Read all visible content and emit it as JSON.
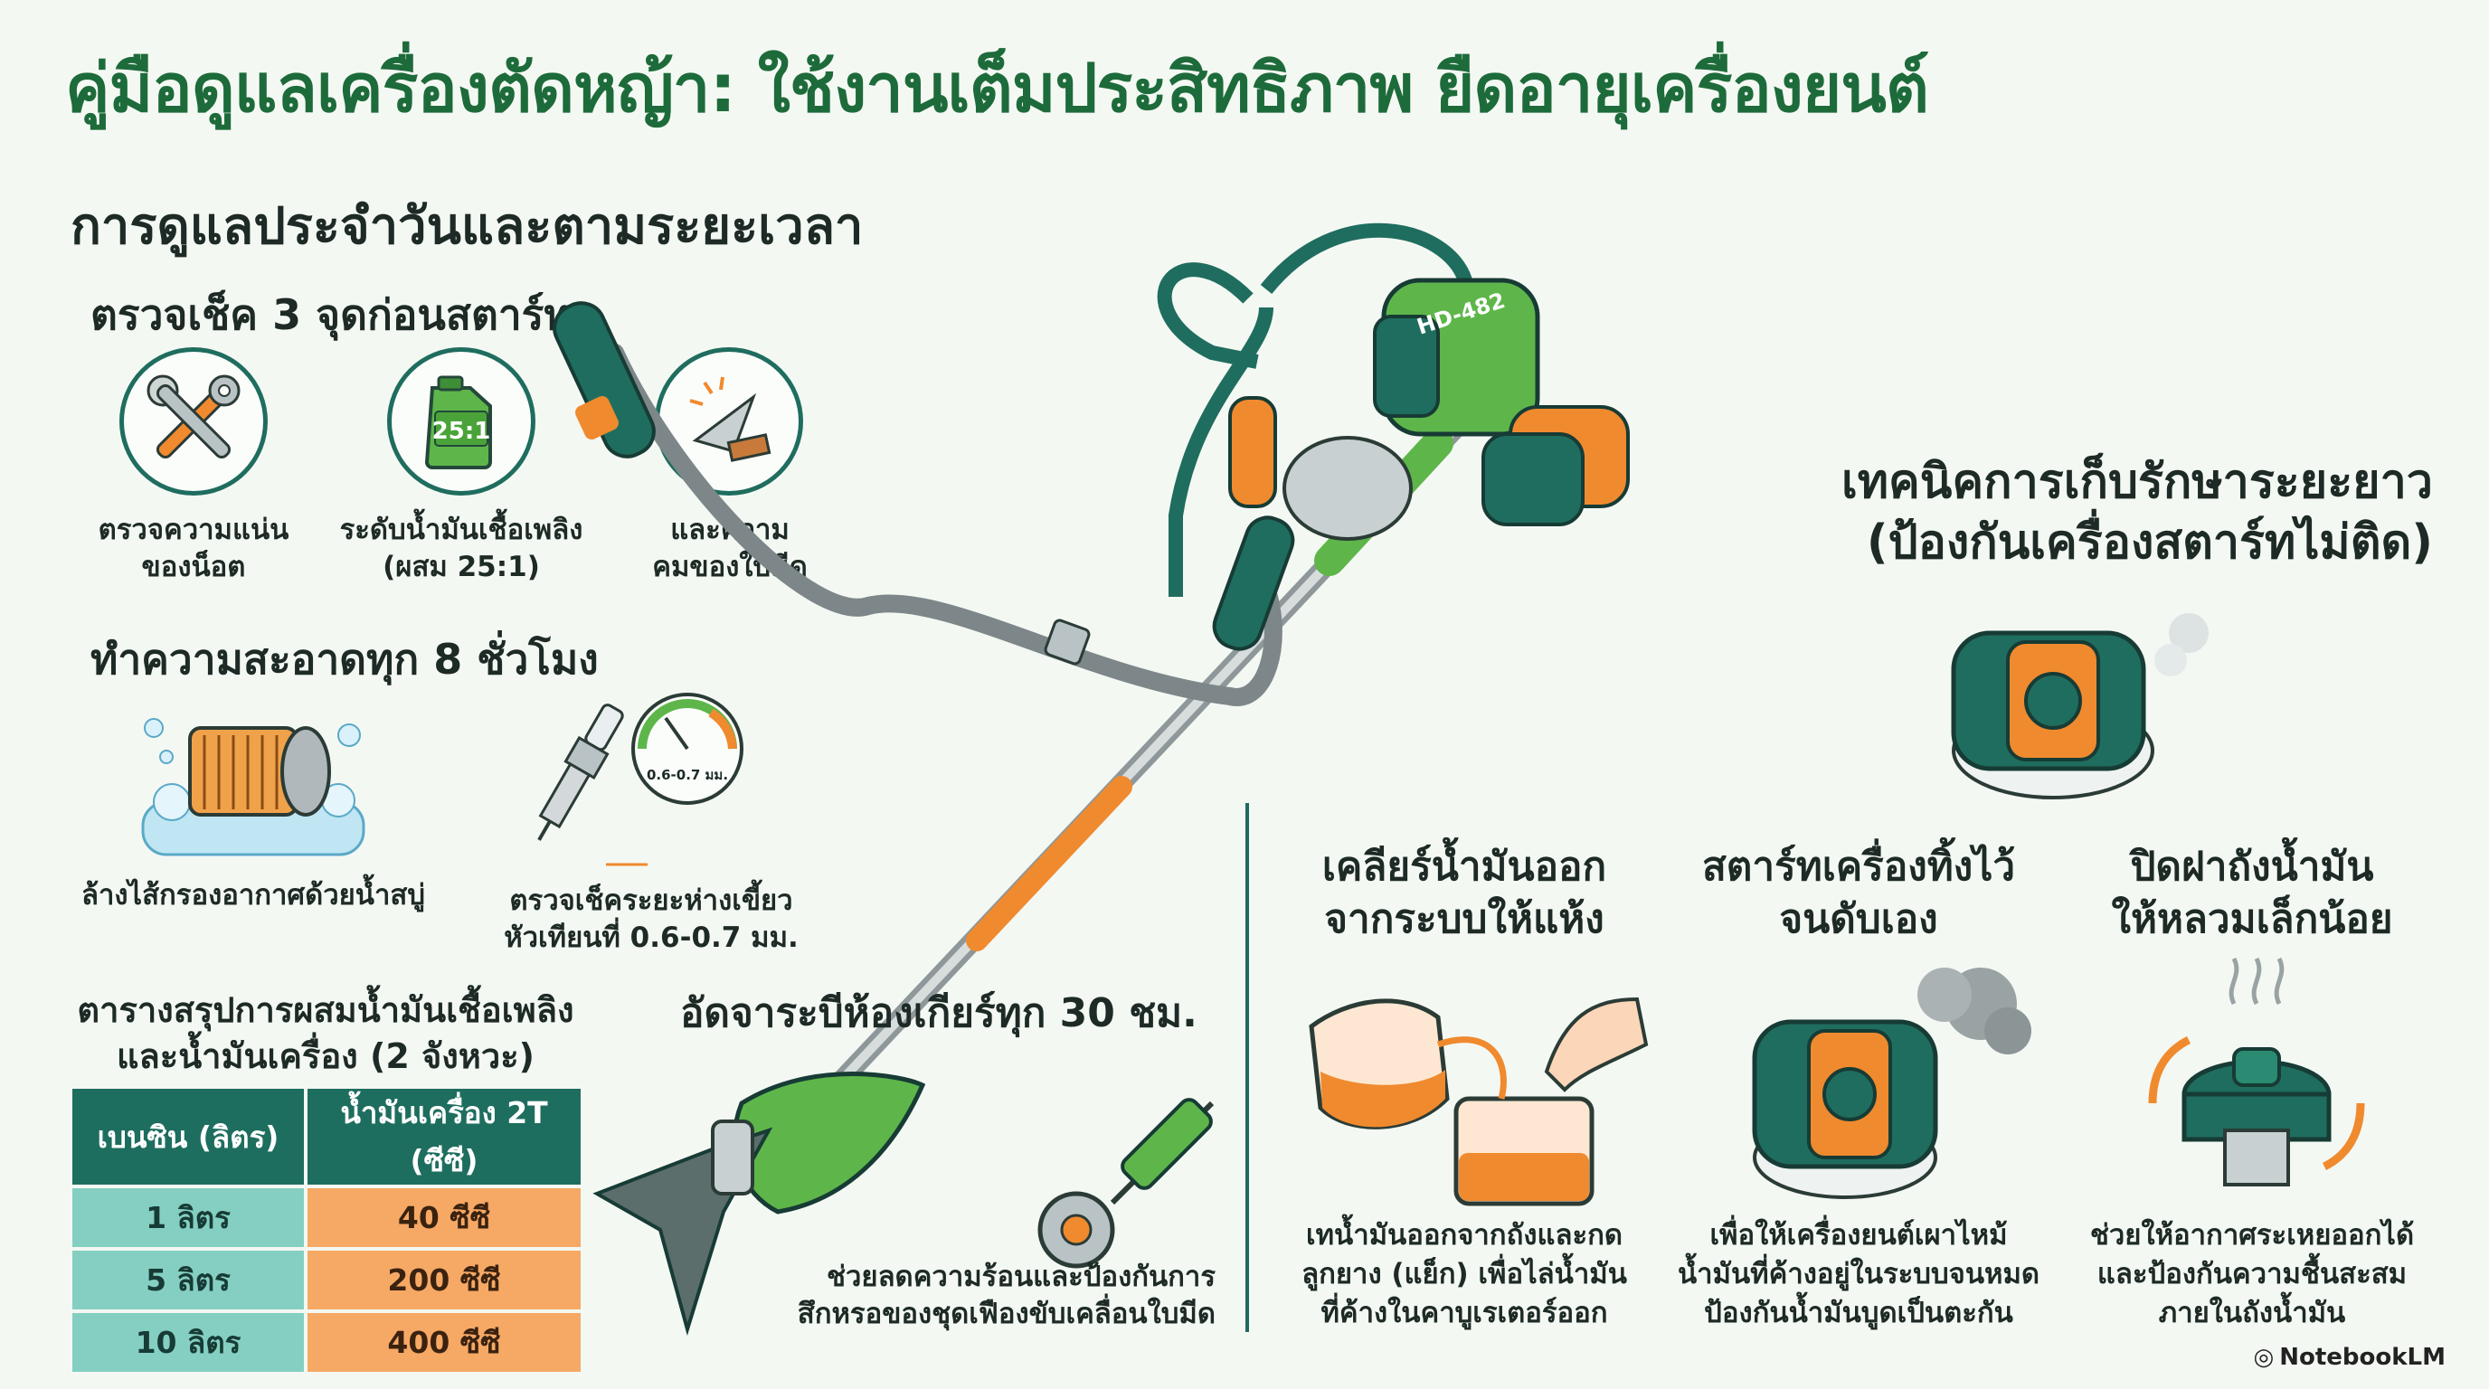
{
  "title": "คู่มือดูแลเครื่องตัดหญ้า: ใช้งานเต็มประสิทธิภาพ ยืดอายุเครื่องยนต์",
  "sections": {
    "main": "การดูแลประจำวันและตามระยะเวลา",
    "precheck": {
      "heading": "ตรวจเช็ค 3 จุดก่อนสตาร์ท",
      "items": [
        {
          "caption": "ตรวจความแน่น\nของน็อต",
          "icon": "wrench-icon"
        },
        {
          "caption": "ระดับน้ำมันเชื้อเพลิง\n(ผสม 25:1)",
          "icon": "fuel-can-icon",
          "label": "25:1"
        },
        {
          "caption": "และความ\nคมของใบมีด",
          "icon": "blade-sharpen-icon"
        }
      ]
    },
    "clean": {
      "heading": "ทำความสะอาดทุก 8 ชั่วโมง",
      "items": [
        {
          "caption": "ล้างไส้กรองอากาศด้วยน้ำสบู่",
          "icon": "air-filter-icon"
        },
        {
          "caption": "ตรวจเช็คระยะห่างเขี้ยว\nหัวเทียนที่ 0.6-0.7 มม.",
          "icon": "spark-plug-icon",
          "gauge_label": "0.6-0.7 มม."
        }
      ]
    },
    "table": {
      "heading": "ตารางสรุปการผสมน้ำมันเชื้อเพลิง\nและน้ำมันเครื่อง (2 จังหวะ)",
      "headers": [
        "เบนซิน (ลิตร)",
        "น้ำมันเครื่อง 2T (ซีซี)"
      ],
      "rows": [
        [
          "1 ลิตร",
          "40 ซีซี"
        ],
        [
          "5 ลิตร",
          "200 ซีซี"
        ],
        [
          "10 ลิตร",
          "400 ซีซี"
        ]
      ]
    },
    "grease": {
      "heading": "อัดจาระบีห้องเกียร์ทุก 30 ชม.",
      "caption": "ช่วยลดความร้อนและป้องกันการ\nสึกหรอของชุดเฟืองขับเคลื่อนใบมีด"
    },
    "storage": {
      "heading": "เทคนิคการเก็บรักษาระยะยาว\n(ป้องกันเครื่องสตาร์ทไม่ติด)",
      "steps": [
        {
          "title": "เคลียร์น้ำมันออก\nจากระบบให้แห้ง",
          "caption": "เทน้ำมันออกจากถังและกด\nลูกยาง (แย็ก) เพื่อไล่น้ำมัน\nที่ค้างในคาบูเรเตอร์ออก",
          "icon": "drain-fuel-icon"
        },
        {
          "title": "สตาร์ทเครื่องทิ้งไว้\nจนดับเอง",
          "caption": "เพื่อให้เครื่องยนต์เผาไหม้\nน้ำมันที่ค้างอยู่ในระบบจนหมด\nป้องกันน้ำมันบูดเป็นตะกัน",
          "icon": "engine-smoke-icon"
        },
        {
          "title": "ปิดฝาถังน้ำมัน\nให้หลวมเล็กน้อย",
          "caption": "ช่วยให้อากาศระเหยออกได้\nและป้องกันความชื้นสะสม\nภายในถังน้ำมัน",
          "icon": "fuel-cap-icon"
        }
      ]
    }
  },
  "machine": {
    "model_label": "HD-482"
  },
  "brand": "NotebookLM",
  "colors": {
    "primary_green": "#1d6b3a",
    "teal": "#1e6e5f",
    "orange": "#f6a865",
    "mint": "#84cfc1"
  }
}
